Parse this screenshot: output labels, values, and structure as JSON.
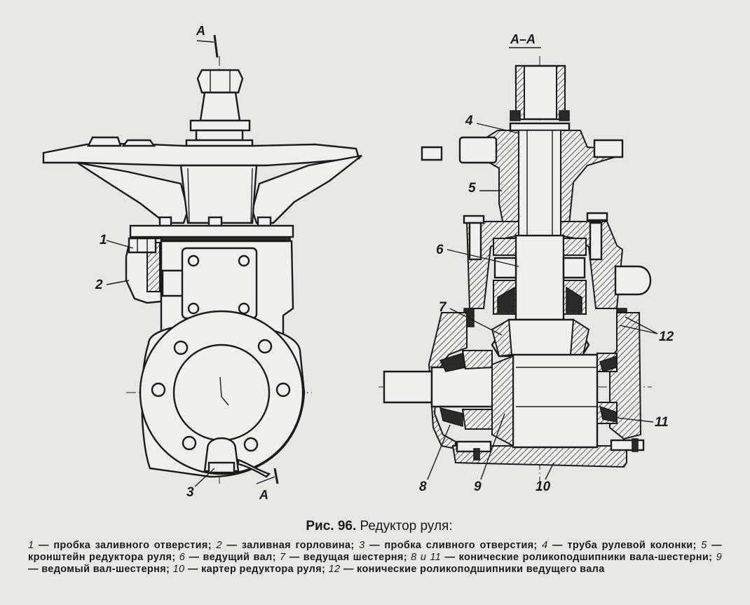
{
  "figure": {
    "section_label": "А–А",
    "section_marker": "А",
    "callouts": [
      "1",
      "2",
      "3",
      "4",
      "5",
      "6",
      "7",
      "8",
      "9",
      "10",
      "11",
      "12"
    ]
  },
  "caption": {
    "figure_number": "Рис. 96.",
    "title": "Редуктор руля:",
    "legend": [
      {
        "num": "1",
        "text": "— пробка заливного отверстия;"
      },
      {
        "num": "2",
        "text": "— заливная горловина;"
      },
      {
        "num": "3",
        "text": "— пробка сливного отверстия;"
      },
      {
        "num": "4",
        "text": "— труба рулевой колонки;"
      },
      {
        "num": "5",
        "text": "— кронштейн редуктора руля;"
      },
      {
        "num": "6",
        "text": "— ведущий вал;"
      },
      {
        "num": "7",
        "text": "— ведущая шестерня;"
      },
      {
        "num": "8 и 11",
        "text": "— конические роликоподшипники вала-шестерни;"
      },
      {
        "num": "9",
        "text": "— ведомый вал-шестерня;"
      },
      {
        "num": "10",
        "text": "— картер редуктора руля;"
      },
      {
        "num": "12",
        "text": "— конические роликоподшипники ведущего вала"
      }
    ]
  }
}
